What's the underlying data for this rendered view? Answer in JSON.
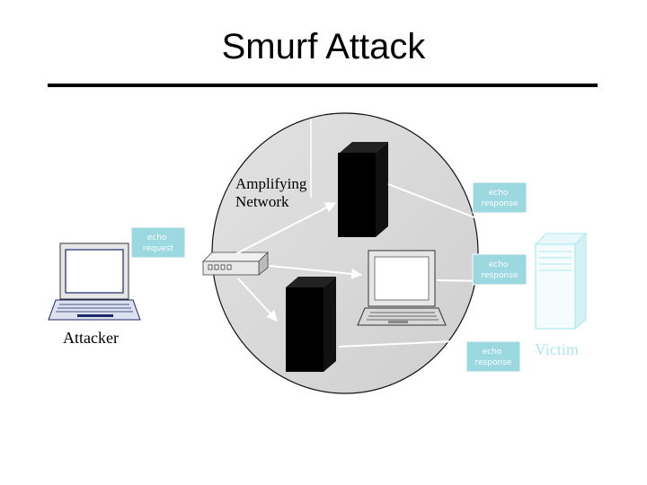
{
  "title": "Smurf Attack",
  "network_label_line1": "Amplifying",
  "network_label_line2": "Network",
  "attacker_label": "Attacker",
  "victim_label": "Victim",
  "echo_request": {
    "line1": "echo",
    "line2": "request"
  },
  "echo_response_1": {
    "line1": "echo",
    "line2": "response"
  },
  "echo_response_2": {
    "line1": "echo",
    "line2": "response"
  },
  "echo_response_3": {
    "line1": "echo",
    "line2": "response"
  },
  "colors": {
    "circle": "#d6d6d6",
    "server": "#000000",
    "victim": "#aee8ee",
    "box_fill": "#9bd8e0"
  }
}
